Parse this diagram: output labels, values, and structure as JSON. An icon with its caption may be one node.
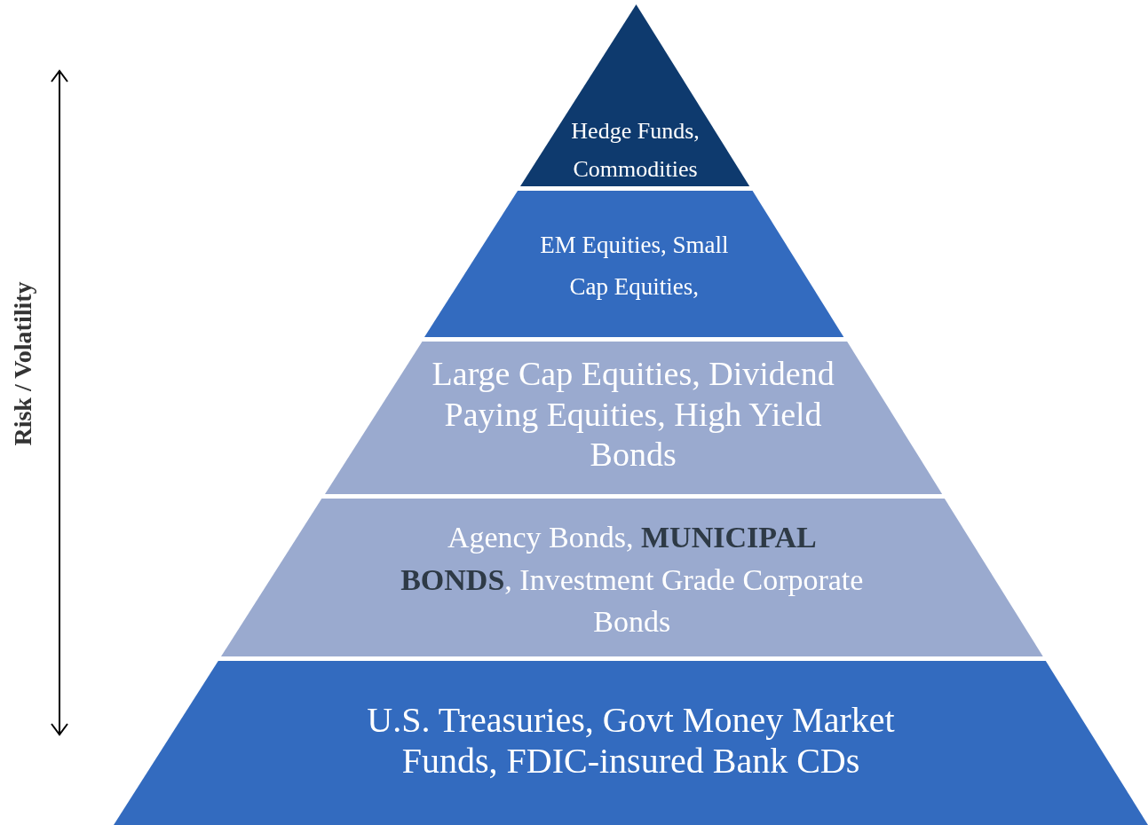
{
  "diagram": {
    "nodes": [
      {
        "text": [
          "Hedge Funds, Commodities"
        ]
      },
      {
        "text": [
          "EM Equities, Small Cap Equities,"
        ]
      },
      {
        "text": [
          "Large Cap Equities, Dividend Paying Equities, High Yield Bonds"
        ]
      },
      {
        "text": [
          "Agency Bonds, **MUNICIPAL BONDS**, Investment Grade Corporate Bonds"
        ]
      },
      {
        "text": [
          "U.S. Treasuries, Govt Money Market Funds, FDIC-insured Bank CDs"
        ]
      }
    ],
    "labels": [
      "Risk / Volatility"
    ]
  }
}
